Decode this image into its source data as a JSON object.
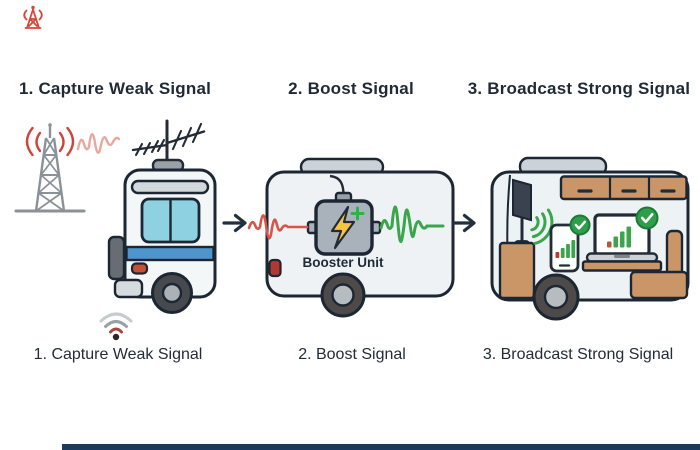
{
  "figure": {
    "steps": [
      {
        "heading": "1. Capture Weak Signal",
        "caption": "1. Capture Weak Signal"
      },
      {
        "heading": "2. Boost Signal",
        "caption": "2. Boost Signal"
      },
      {
        "heading": "3. Broadcast Strong Signal",
        "caption": "3. Broadcast Strong Signal"
      }
    ],
    "booster_label": "Booster Unit"
  },
  "icons": {
    "red_tower_badge": "radio-tower",
    "cell_tower": "cell-tower",
    "tower_signal_arcs": "signal-arcs",
    "weak_wave": "weak-signal-wave",
    "roof_antenna": "tv-antenna",
    "weak_wifi": "weak-wifi",
    "arrow": "arrow-right",
    "booster": "booster-box",
    "lightning": "lightning-bolt",
    "plus": "plus",
    "strong_wave": "strong-signal-wave",
    "indoor_antenna": "indoor-antenna",
    "wifi_arcs": "wifi-arcs",
    "check_badge": "check-circle",
    "signal_bars": "signal-bars"
  },
  "colors": {
    "heading_text": "#1f2a36",
    "outline_navy": "#1c2733",
    "weak_signal_red": "#cf4437",
    "weak_wave_pink": "#eaa89c",
    "strong_signal_green": "#3aa54b",
    "check_badge_green": "#2f9e4a",
    "booster_yellow": "#f6c544",
    "stripe_blue": "#4f94ca",
    "window_cyan": "#8ed2e2",
    "cabinet_tan": "#ca9668",
    "bottom_bar_navy": "#1d3a5f"
  }
}
